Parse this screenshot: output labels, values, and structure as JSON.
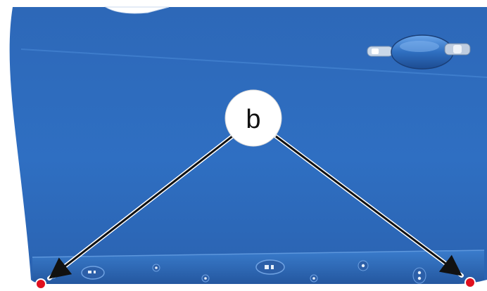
{
  "figure": {
    "callout_label": "b",
    "markers": [
      {
        "name": "left-lower-corner-point"
      },
      {
        "name": "right-lower-corner-point"
      }
    ],
    "colors": {
      "panel_blue": "#2f6fc0",
      "panel_dark": "#1f4f95",
      "panel_light": "#4f8fd8",
      "marker_red": "#e0101e",
      "arrow": "#111111",
      "callout_fill": "#ffffff"
    }
  }
}
